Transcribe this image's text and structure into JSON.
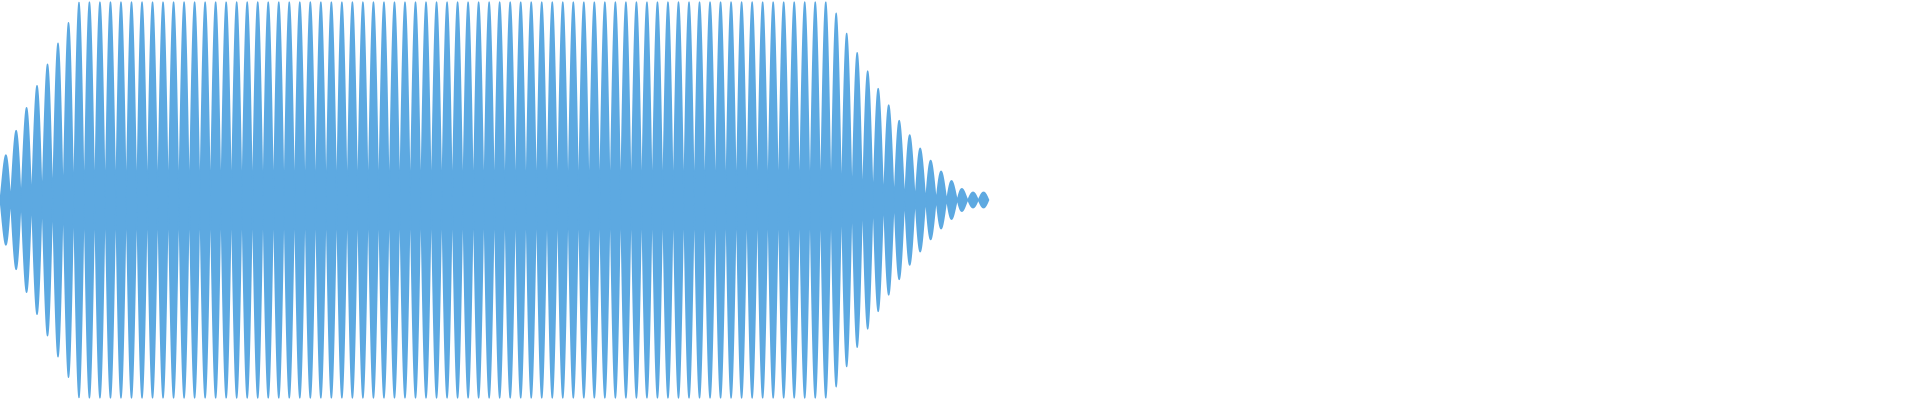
{
  "waveform": {
    "color": "#5DA9E1",
    "background": "#FFFFFF",
    "cycles": 47,
    "active_fraction": 0.515,
    "envelope": {
      "attack_end": 0.08,
      "decay_start": 0.84,
      "peak_level": 1.0
    }
  }
}
